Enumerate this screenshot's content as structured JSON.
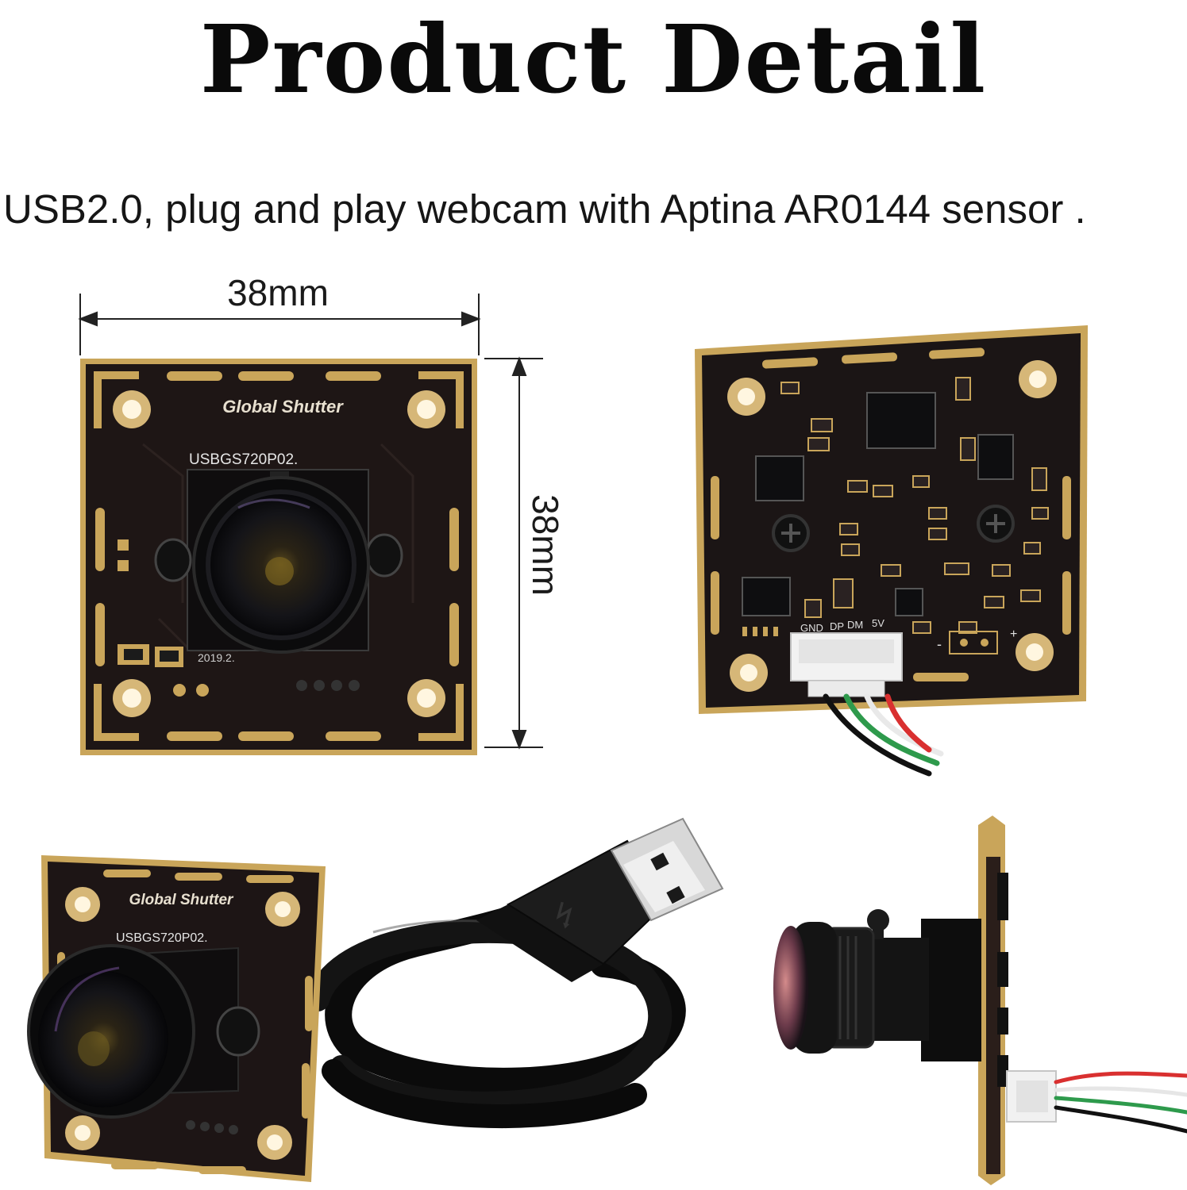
{
  "header": {
    "title": "Product Detail",
    "subtitle": "USB2.0, plug and play webcam with Aptina AR0144 sensor ."
  },
  "dimensions": {
    "width_label": "38mm",
    "height_label": "38mm"
  },
  "board_front": {
    "brand_text": "Global Shutter",
    "model_text": "USBGS720P02.",
    "date_text": "2019.2."
  },
  "board_back": {
    "pin_labels": [
      "GND",
      "DP",
      "DM",
      "5V"
    ],
    "polarity_minus": "-",
    "polarity_plus": "+"
  },
  "colors": {
    "pcb": "#1c1414",
    "gold": "#c9a55a",
    "lens": "#0d0d0f"
  }
}
